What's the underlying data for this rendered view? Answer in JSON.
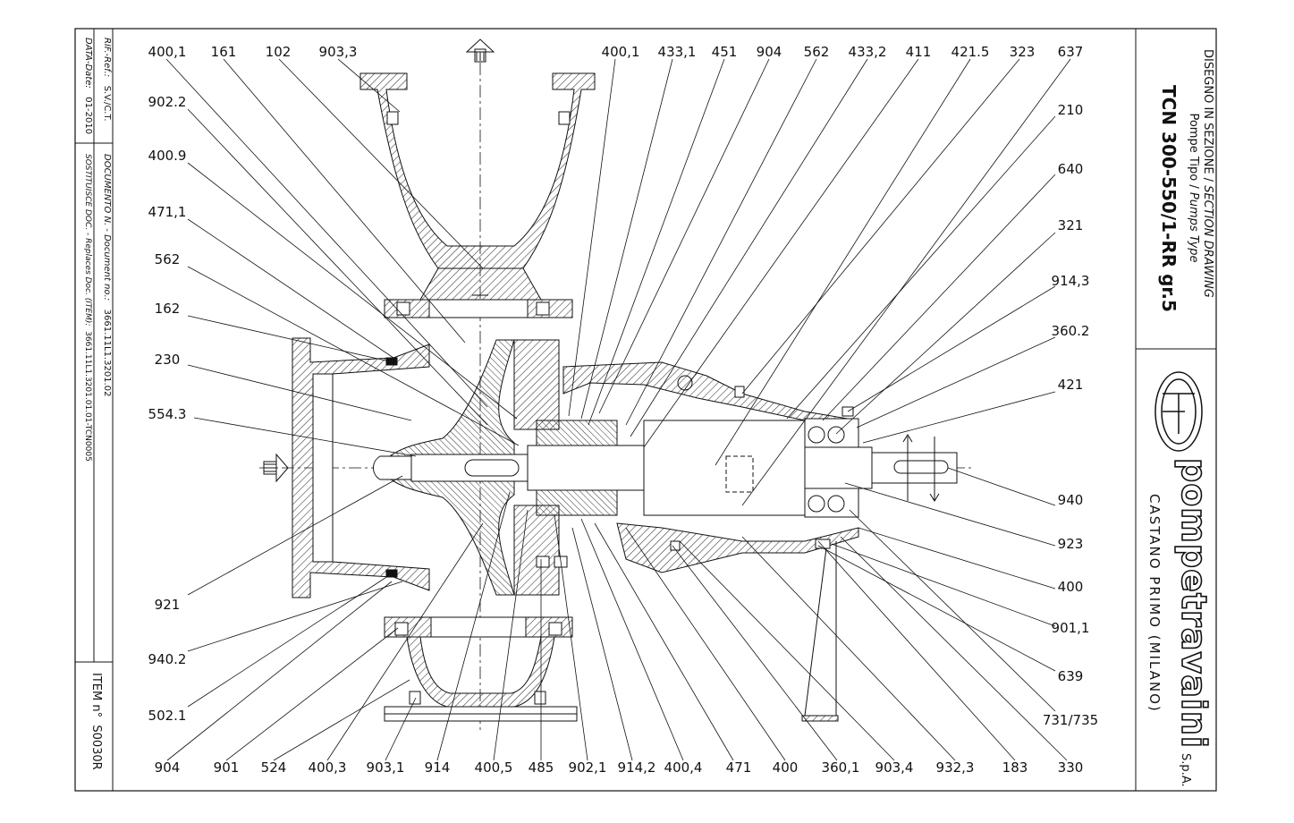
{
  "title_block": {
    "heading_it": "DISEGNO IN SEZIONE / ",
    "heading_en": "SECTION DRAWING",
    "pump_type_it": "Pompe Tipo / ",
    "pump_type_en": "Pumps Type",
    "model": "TCN 300-550/1-RR gr.5",
    "company": "pompetravaini",
    "company_suffix": "S.p.A.",
    "location": "CASTANO PRIMO   (MILANO)"
  },
  "side_block": {
    "ref_label": "RIF.-Ref.:",
    "ref_value": "S.V./C.T.",
    "date_label": "DATA-Date:",
    "date_value": "01-2010",
    "doc_label": "DOCUMENTO N. - Document no.:",
    "doc_value": "3661.11L1.3201.02",
    "replaces_label": "SOSTITUISCE DOC. - Replaces Doc. (ITEM):",
    "replaces_value": "3661.11L1.3201.01.01-TCN0005",
    "item_label": "ITEM  n°",
    "item_value": "S0030R"
  },
  "labels": {
    "top": [
      "400,1",
      "161",
      "102",
      "903,3",
      "400,1",
      "433,1",
      "451",
      "904",
      "562",
      "433,2",
      "411",
      "421.5",
      "323",
      "637"
    ],
    "left": [
      "902.2",
      "400.9",
      "471,1",
      "562",
      "162",
      "230",
      "554.3",
      "921",
      "940.2",
      "502.1"
    ],
    "right": [
      "210",
      "640",
      "321",
      "914,3",
      "360.2",
      "421",
      "940",
      "923",
      "400",
      "901,1",
      "639",
      "731/735"
    ],
    "bottom": [
      "904",
      "901",
      "524",
      "400,3",
      "903,1",
      "914",
      "400,5",
      "485",
      "902,1",
      "914,2",
      "400,4",
      "471",
      "400",
      "360,1",
      "903,4",
      "932,3",
      "183",
      "330"
    ]
  },
  "colors": {
    "line": "#111111",
    "hatch": "#333333",
    "background": "#ffffff"
  },
  "icons": {
    "flow_arrow_top": "flow-arrow-icon",
    "flow_arrow_left": "flow-arrow-icon",
    "logo": "pompetravaini-logo-icon"
  }
}
